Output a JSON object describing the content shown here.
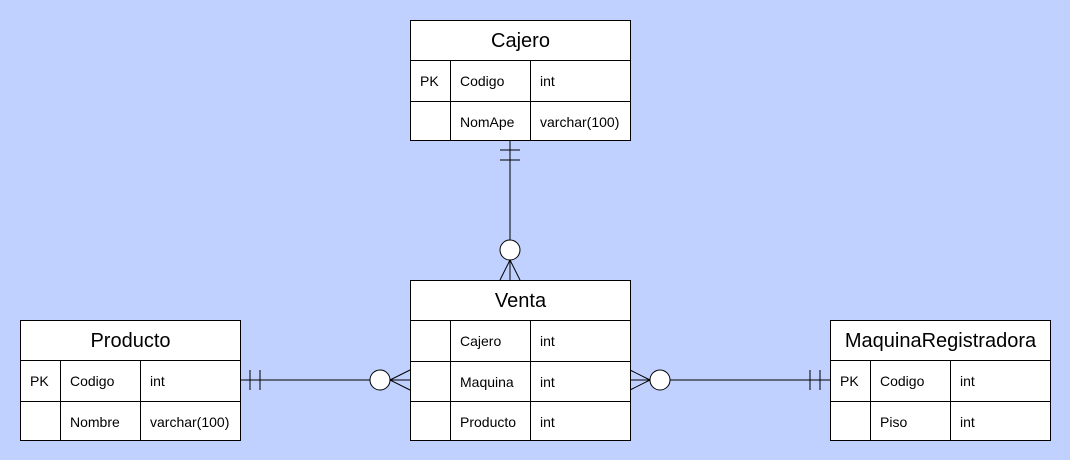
{
  "colors": {
    "background": "#c0d0ff",
    "entity_fill": "#ffffff",
    "stroke": "#000000"
  },
  "entities": {
    "cajero": {
      "title": "Cajero",
      "rows": [
        {
          "key": "PK",
          "name": "Codigo",
          "type": "int"
        },
        {
          "key": "",
          "name": "NomApe",
          "type": "varchar(100)"
        }
      ]
    },
    "venta": {
      "title": "Venta",
      "rows": [
        {
          "key": "",
          "name": "Cajero",
          "type": "int"
        },
        {
          "key": "",
          "name": "Maquina",
          "type": "int"
        },
        {
          "key": "",
          "name": "Producto",
          "type": "int"
        }
      ]
    },
    "producto": {
      "title": "Producto",
      "rows": [
        {
          "key": "PK",
          "name": "Codigo",
          "type": "int"
        },
        {
          "key": "",
          "name": "Nombre",
          "type": "varchar(100)"
        }
      ]
    },
    "maquina": {
      "title": "MaquinaRegistradora",
      "rows": [
        {
          "key": "PK",
          "name": "Codigo",
          "type": "int"
        },
        {
          "key": "",
          "name": "Piso",
          "type": "int"
        }
      ]
    }
  },
  "relationships": [
    {
      "from": "cajero",
      "from_cardinality": "one-and-only-one",
      "to": "venta",
      "to_cardinality": "zero-or-many"
    },
    {
      "from": "producto",
      "from_cardinality": "one-and-only-one",
      "to": "venta",
      "to_cardinality": "zero-or-many"
    },
    {
      "from": "maquina",
      "from_cardinality": "one-and-only-one",
      "to": "venta",
      "to_cardinality": "zero-or-many"
    }
  ]
}
